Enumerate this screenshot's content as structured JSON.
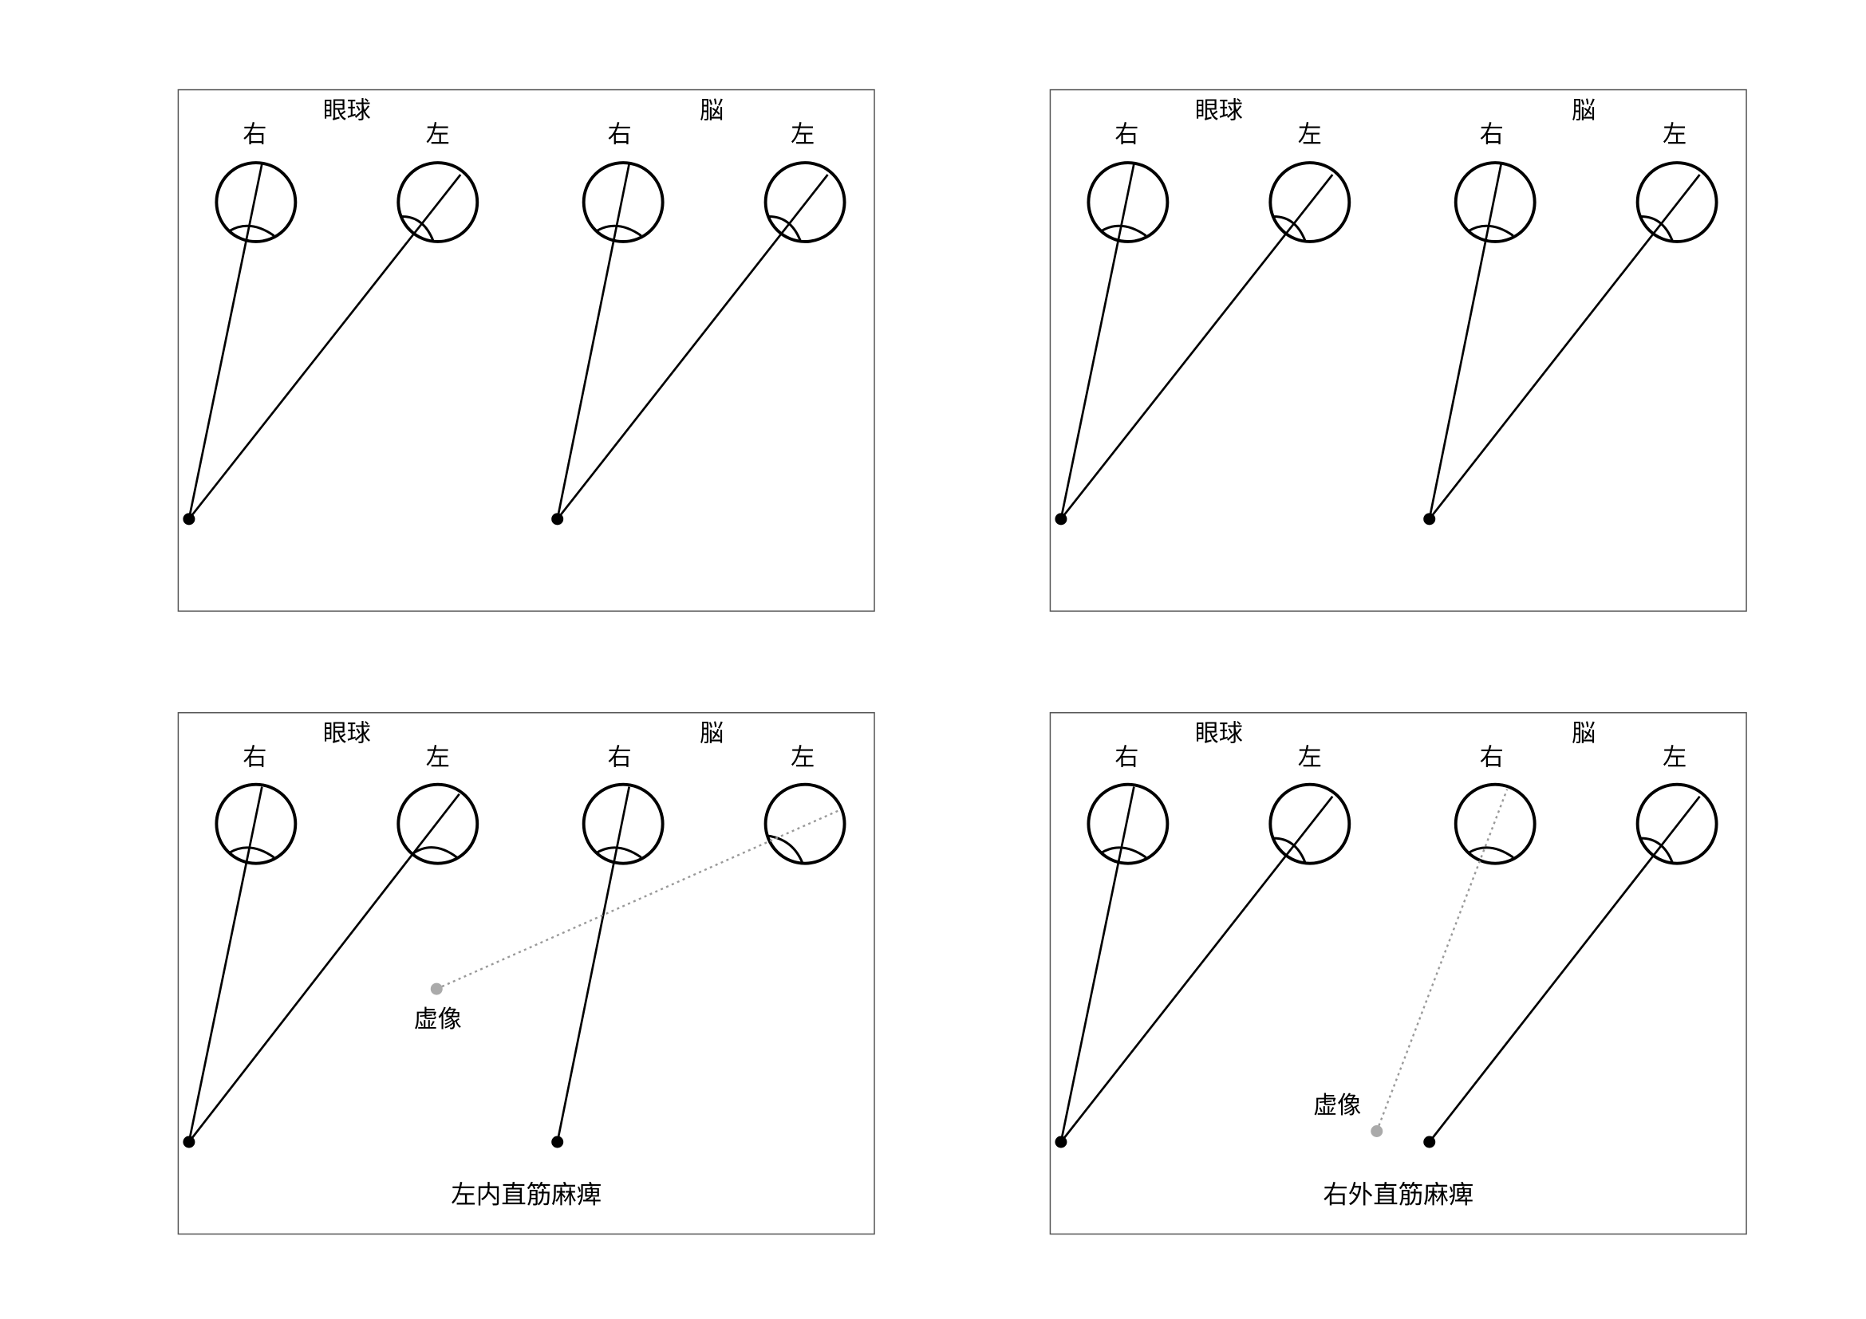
{
  "panels": [
    {
      "header_eye": "眼球",
      "header_brain": "脳",
      "right": "右",
      "left": "左"
    },
    {
      "header_eye": "眼球",
      "header_brain": "脳",
      "right": "右",
      "left": "左"
    },
    {
      "header_eye": "眼球",
      "header_brain": "脳",
      "right": "右",
      "left": "左",
      "virtual_image": "虚像",
      "caption": "左内直筋麻痺"
    },
    {
      "header_eye": "眼球",
      "header_brain": "脳",
      "right": "右",
      "left": "左",
      "virtual_image": "虚像",
      "caption": "右外直筋麻痺"
    }
  ],
  "colors": {
    "line": "#000000",
    "virtual": "#aaaaaa"
  }
}
